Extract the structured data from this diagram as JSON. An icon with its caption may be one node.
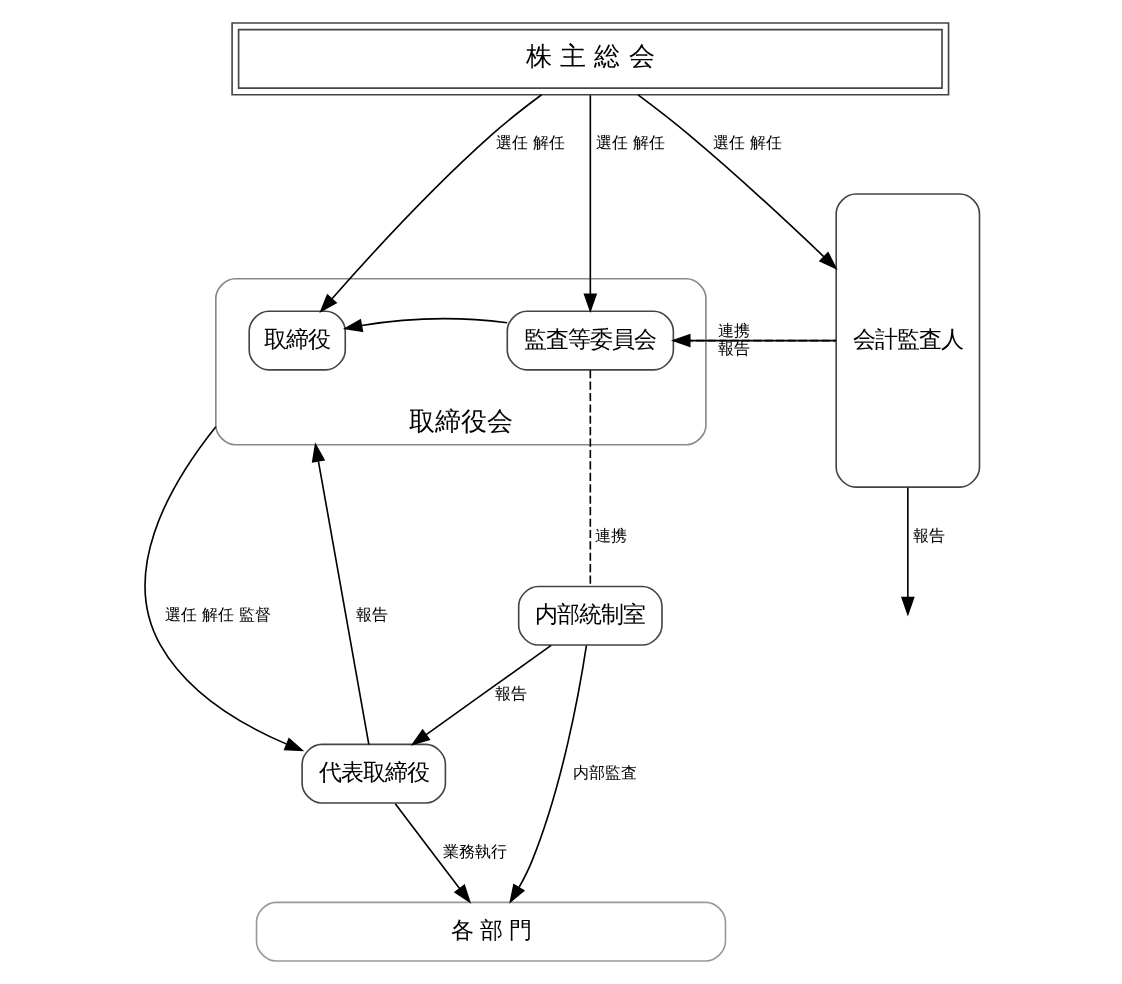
{
  "diagram": {
    "nodes": [
      {
        "text": [
          "株 主 総 会"
        ]
      },
      {
        "text": [
          "取締役会"
        ]
      },
      {
        "text": [
          "取締役"
        ],
        "in": 1
      },
      {
        "text": [
          "監査等委員会"
        ],
        "in": 1
      },
      {
        "text": [
          "会計監査人"
        ]
      },
      {
        "text": [
          "代表取締役"
        ]
      },
      {
        "text": [
          "内部統制室"
        ]
      },
      {
        "text": [
          "各 部 門"
        ]
      }
    ],
    "edges": [
      {
        "from": 0,
        "to": 2,
        "arrow": "to",
        "label": "選任 解任"
      },
      {
        "from": 0,
        "to": 3,
        "arrow": "to",
        "label": "選任 解任"
      },
      {
        "from": 0,
        "to": 4,
        "arrow": "to",
        "label": "選任 解任"
      },
      {
        "from": 4,
        "to": 3,
        "arrow": "to",
        "label": "報告"
      },
      {
        "from": 3,
        "to": 4,
        "arrow": "none",
        "style": "dashed",
        "label": "連携"
      },
      {
        "from": 3,
        "to": 2,
        "arrow": "to"
      },
      {
        "from": 1,
        "to": 5,
        "arrow": "to",
        "label": "選任 解任 監督"
      },
      {
        "from": 5,
        "to": 1,
        "arrow": "to",
        "label": "報告"
      },
      {
        "from": 3,
        "to": 6,
        "arrow": "none",
        "style": "dashed",
        "label": "連携"
      },
      {
        "from": 6,
        "to": 5,
        "arrow": "to",
        "label": "報告"
      },
      {
        "from": 5,
        "to": 7,
        "arrow": "to",
        "label": "業務執行"
      },
      {
        "from": 6,
        "to": 7,
        "arrow": "to",
        "label": "内部監査"
      },
      {
        "from": 4,
        "to": null,
        "arrow": "to",
        "label": "報告"
      }
    ]
  }
}
